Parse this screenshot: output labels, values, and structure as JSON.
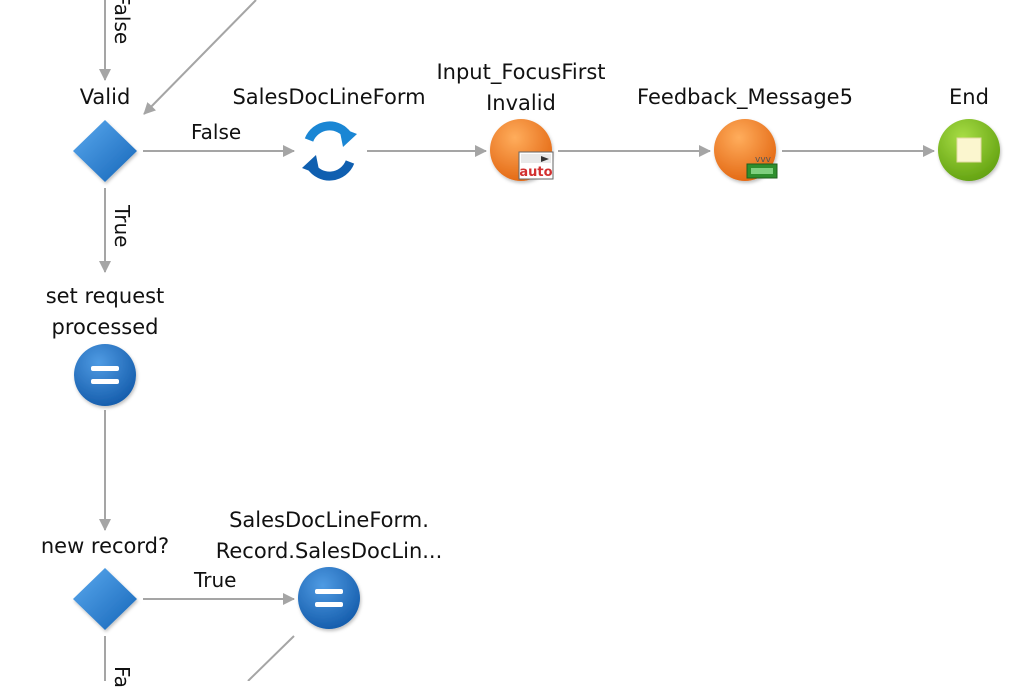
{
  "flow": {
    "nodes": {
      "valid": {
        "label": "Valid",
        "kind": "if",
        "icon": "diamond-icon"
      },
      "form_refresh": {
        "label": "SalesDocLineForm",
        "kind": "refresh",
        "icon": "refresh-icon"
      },
      "focus_invalid": {
        "label_line1": "Input_FocusFirst",
        "label_line2": "Invalid",
        "kind": "action",
        "icon": "auto-badge-icon"
      },
      "feedback": {
        "label": "Feedback_Message5",
        "kind": "action",
        "icon": "message-badge-icon"
      },
      "end": {
        "label": "End",
        "kind": "end",
        "icon": "stop-icon"
      },
      "set_request": {
        "label_line1": "set request",
        "label_line2": "processed",
        "kind": "assign",
        "icon": "equals-icon"
      },
      "new_record": {
        "label": "new record?",
        "kind": "if",
        "icon": "diamond-icon"
      },
      "assign_record": {
        "label_line1": "SalesDocLineForm.",
        "label_line2": "Record.SalesDocLin...",
        "kind": "assign",
        "icon": "equals-icon"
      }
    },
    "edge_labels": {
      "top_false": "False",
      "valid_false": "False",
      "valid_true": "True",
      "new_record_true": "True",
      "new_record_false": "Fa"
    }
  },
  "colors": {
    "connector": "#a5a5a5",
    "decision": "#1a78cc",
    "assign": "#1a6fc4",
    "action": "#f07c1a",
    "end": "#6fb412",
    "refresh": "#1a86d4"
  }
}
